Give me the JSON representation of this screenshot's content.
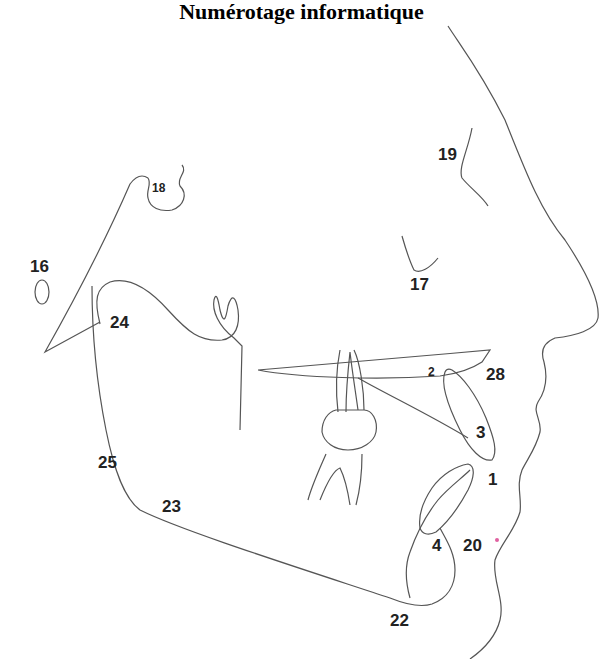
{
  "diagram": {
    "title": "Numérotage informatique",
    "labels": [
      "18",
      "16",
      "24",
      "19",
      "17",
      "2",
      "28",
      "3",
      "1",
      "25",
      "23",
      "4",
      "20",
      "22"
    ]
  }
}
